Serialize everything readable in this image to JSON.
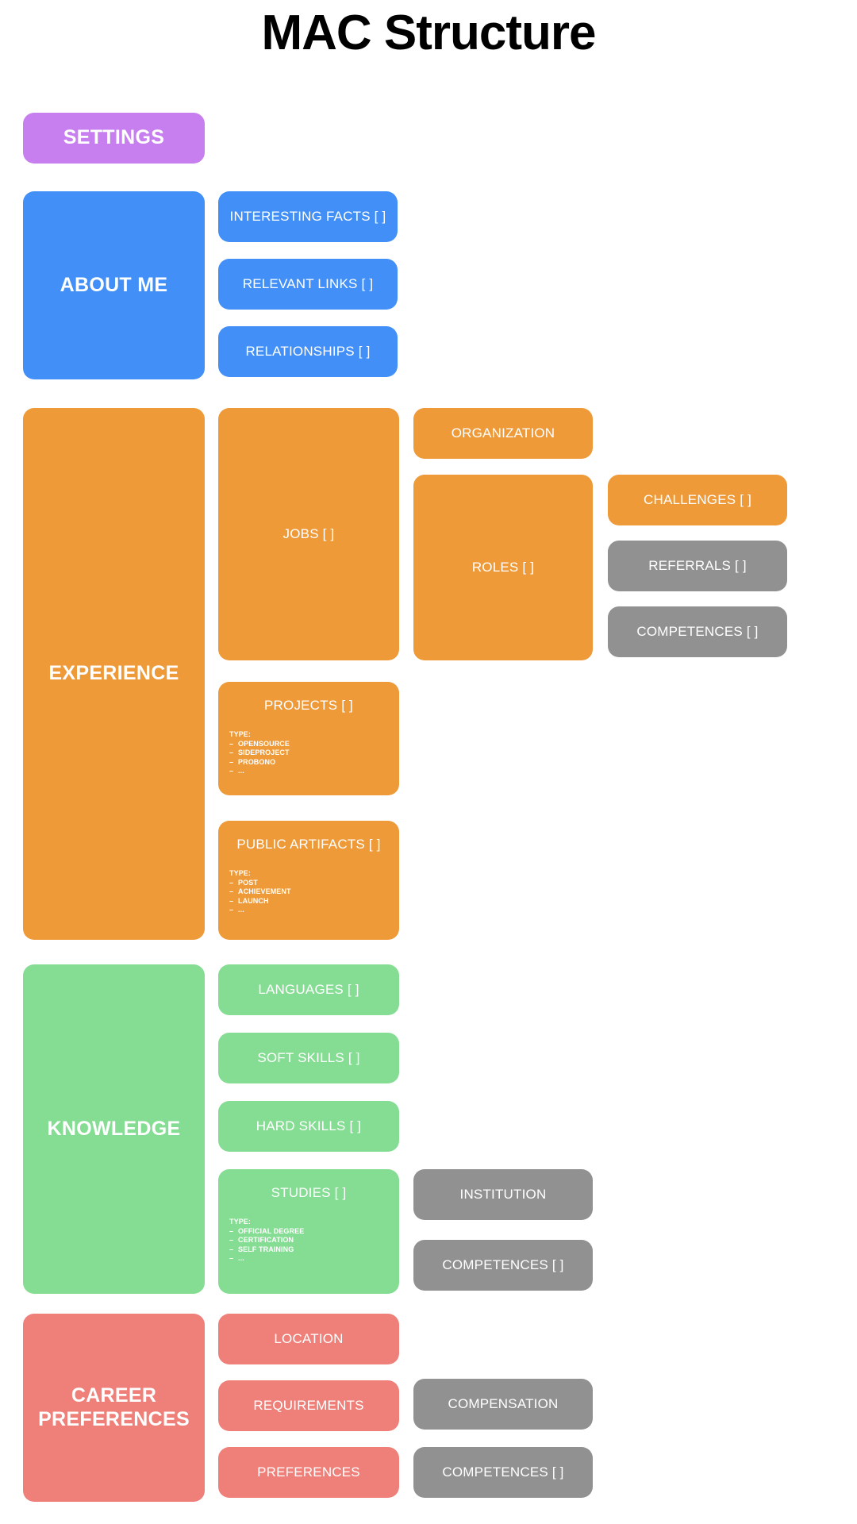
{
  "page": {
    "title": "MAC Structure",
    "background": "#ffffff"
  },
  "palette": {
    "settings": "#c77ff0",
    "about_me": "#4290f7",
    "experience": "#ee9a39",
    "knowledge": "#85dd93",
    "career_preferences": "#ef8079",
    "neutral": "#919191",
    "text": "#ffffff",
    "title_text": "#000000"
  },
  "sections": {
    "settings": {
      "label": "SETTINGS"
    },
    "about_me": {
      "label": "ABOUT ME",
      "children": [
        {
          "label": "INTERESTING FACTS [ ]"
        },
        {
          "label": "RELEVANT LINKS [ ]"
        },
        {
          "label": "RELATIONSHIPS [ ]"
        }
      ]
    },
    "experience": {
      "label": "EXPERIENCE",
      "jobs": {
        "label": "JOBS [ ]"
      },
      "organization": {
        "label": "ORGANIZATION"
      },
      "roles": {
        "label": "ROLES [ ]"
      },
      "challenges": {
        "label": "CHALLENGES [ ]"
      },
      "referrals": {
        "label": "REFERRALS [ ]"
      },
      "competences": {
        "label": "COMPETENCES [ ]"
      },
      "projects": {
        "label": "PROJECTS [ ]",
        "type_label": "TYPE:",
        "types": [
          "OPENSOURCE",
          "SIDEPROJECT",
          "PROBONO",
          "..."
        ]
      },
      "public_artifacts": {
        "label": "PUBLIC ARTIFACTS [ ]",
        "type_label": "TYPE:",
        "types": [
          "POST",
          "ACHIEVEMENT",
          "LAUNCH",
          "..."
        ]
      }
    },
    "knowledge": {
      "label": "KNOWLEDGE",
      "languages": {
        "label": "LANGUAGES [ ]"
      },
      "soft_skills": {
        "label": "SOFT SKILLS [ ]"
      },
      "hard_skills": {
        "label": "HARD SKILLS [ ]"
      },
      "studies": {
        "label": "STUDIES [ ]",
        "type_label": "TYPE:",
        "types": [
          "OFFICIAL DEGREE",
          "CERTIFICATION",
          "SELF TRAINING",
          "..."
        ]
      },
      "institution": {
        "label": "INSTITUTION"
      },
      "competences": {
        "label": "COMPETENCES [ ]"
      }
    },
    "career_preferences": {
      "label": "CAREER PREFERENCES",
      "location": {
        "label": "LOCATION"
      },
      "requirements": {
        "label": "REQUIREMENTS"
      },
      "preferences": {
        "label": "PREFERENCES"
      },
      "compensation": {
        "label": "COMPENSATION"
      },
      "competences": {
        "label": "COMPETENCES [ ]"
      }
    }
  }
}
